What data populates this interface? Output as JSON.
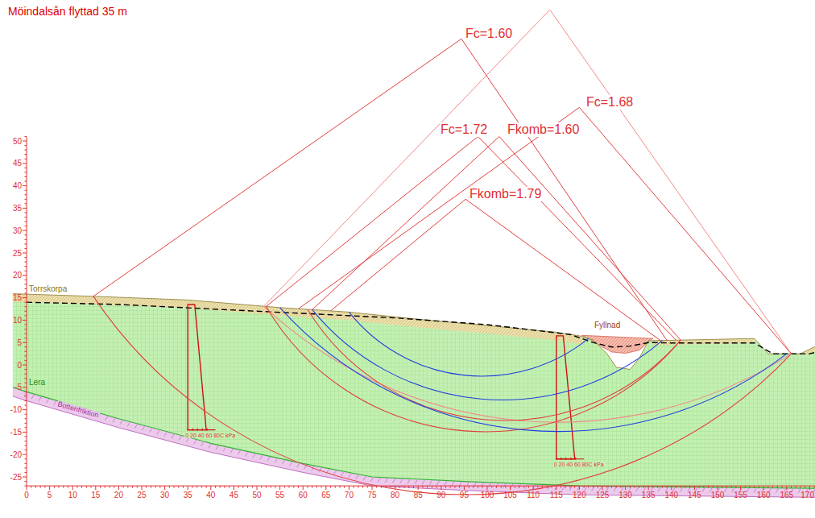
{
  "diagram": {
    "title": "Möindalsån flyttad 35 m",
    "labels": [
      "Fc=1.60",
      "Fc=1.72",
      "Fkomb=1.60",
      "Fc=1.68",
      "Fkomb=1.79",
      "Torrskorpa",
      "Fyllnad",
      "Lera",
      "Bottenfriktion",
      "0 20 40 60 80C kPa",
      "0 20 40 60 80C kPa",
      "50",
      "45",
      "40",
      "35",
      "30",
      "25",
      "20",
      "15",
      "10",
      "5",
      "0",
      "-5",
      "-10",
      "-15",
      "-20",
      "-25",
      "0",
      "5",
      "10",
      "15",
      "20",
      "25",
      "30",
      "35",
      "40",
      "45",
      "50",
      "55",
      "60",
      "65",
      "70",
      "75",
      "80",
      "85",
      "90",
      "95",
      "100",
      "105",
      "110",
      "115",
      "120",
      "125",
      "130",
      "135",
      "140",
      "145",
      "150",
      "155",
      "160",
      "165",
      "170"
    ]
  }
}
